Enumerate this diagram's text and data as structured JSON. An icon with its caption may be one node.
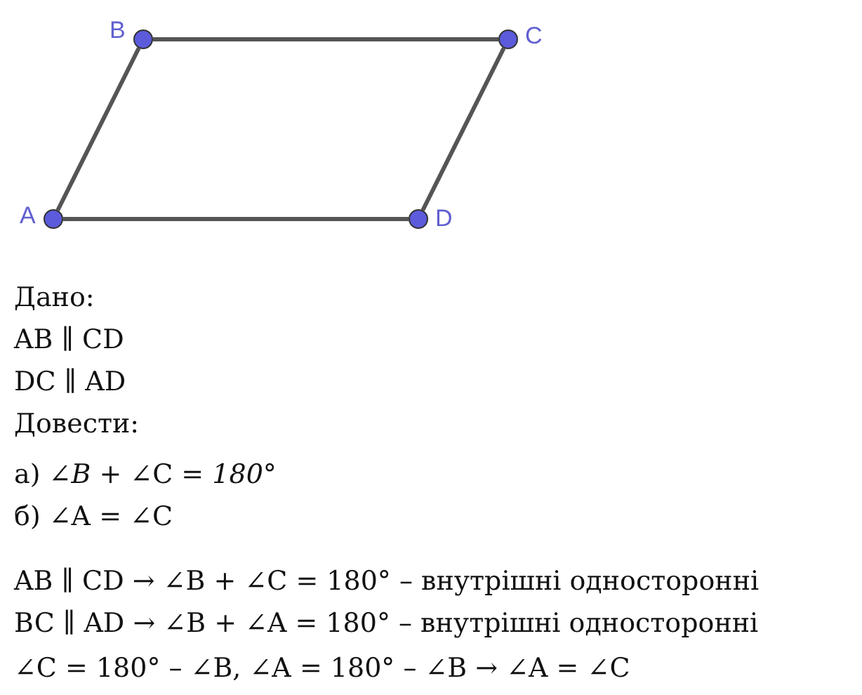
{
  "diagram": {
    "nodes": [
      {
        "text": [],
        "shape": "circle",
        "beside": [
          "B"
        ]
      },
      {
        "text": [],
        "shape": "circle",
        "beside": [
          "C"
        ]
      },
      {
        "text": [],
        "shape": "circle",
        "beside": [
          "A"
        ]
      },
      {
        "text": [],
        "shape": "circle",
        "beside": [
          "D"
        ]
      }
    ],
    "edges": [
      {
        "from": 2,
        "to": 0,
        "arrow": "none"
      },
      {
        "from": 0,
        "to": 1,
        "arrow": "none"
      },
      {
        "from": 1,
        "to": 3,
        "arrow": "none"
      },
      {
        "from": 3,
        "to": 2,
        "arrow": "none"
      }
    ],
    "labels": [
      "Дано:",
      "AB ∥ CD",
      "DC ∥ AD",
      "Довести:",
      "а) ∠*B* + ∠C = *180°*",
      "б) ∠A = ∠C",
      "AB ∥ CD → ∠B + ∠C = 180° – внутрішні односторонні",
      "BC ∥ AD → ∠B + ∠A = 180° – внутрішні односторонні",
      "∠C = 180° – ∠B, ∠A = 180° – ∠B → ∠A = ∠C"
    ]
  }
}
